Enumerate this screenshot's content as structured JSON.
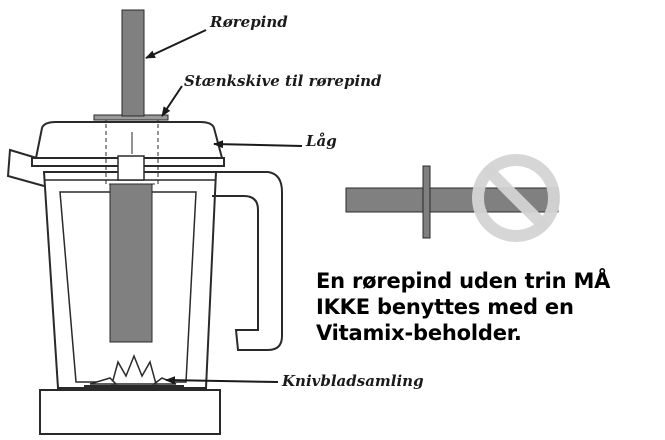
{
  "labels": {
    "tamper": "Rørepind",
    "splash_disc": "Stænkskive til rørepind",
    "lid": "Låg",
    "blade_assembly": "Knivbladsamling"
  },
  "warning": {
    "line1": "En rørepind uden trin MÅ",
    "line2": "IKKE benyttes med en",
    "line3": "Vitamix-beholder."
  },
  "colors": {
    "tamper_gray": "#808080",
    "prohibit_gray": "#d4d4d4",
    "outline": "#2a2a2a"
  },
  "icons": {
    "prohibit": "prohibition-icon",
    "arrow": "arrow-icon"
  }
}
